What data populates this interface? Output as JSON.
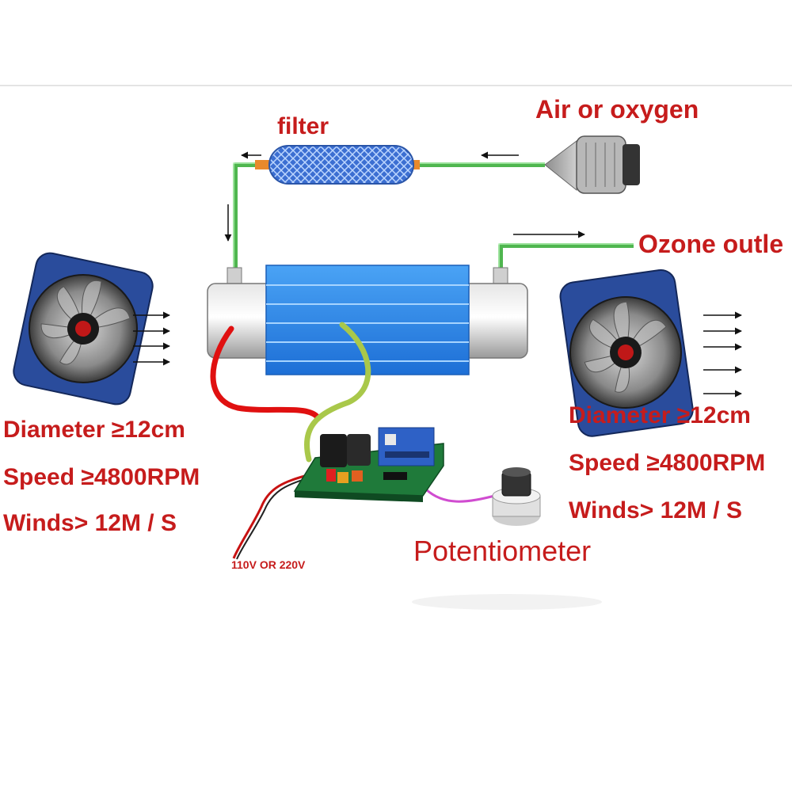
{
  "labels": {
    "filter": "filter",
    "air_or_oxygen": "Air or oxygen",
    "ozone_outlet": "Ozone outle",
    "potentiometer": "Potentiometer",
    "voltage": "110V OR 220V",
    "left_fan": {
      "diameter": "Diameter ≥12cm",
      "speed": "Speed ≥4800RPM",
      "winds": "Winds> 12M / S"
    },
    "right_fan": {
      "diameter": "Diameter ≥12cm",
      "speed": "Speed ≥4800RPM",
      "winds": "Winds> 12M / S"
    }
  },
  "colors": {
    "label_red": "#c61c1c",
    "label_black": "#222222",
    "tube_green": "#5cc25c",
    "ozone_tube_blue": "#2f7fe0",
    "fan_blue": "#2a4c9c",
    "pcb_green": "#1f7a3a",
    "wire_red": "#e01010",
    "wire_yellowgreen": "#a9c84a",
    "wire_magenta": "#d04cd0"
  },
  "icons": {
    "left_fan": "cooling-fan-icon",
    "right_fan": "cooling-fan-icon",
    "filter": "filter-cartridge-icon",
    "air_inlet": "air-inlet-nozzle-icon",
    "ozone_tube": "ozone-tube-icon",
    "circuit_board": "circuit-board-icon",
    "potentiometer": "potentiometer-knob-icon"
  }
}
